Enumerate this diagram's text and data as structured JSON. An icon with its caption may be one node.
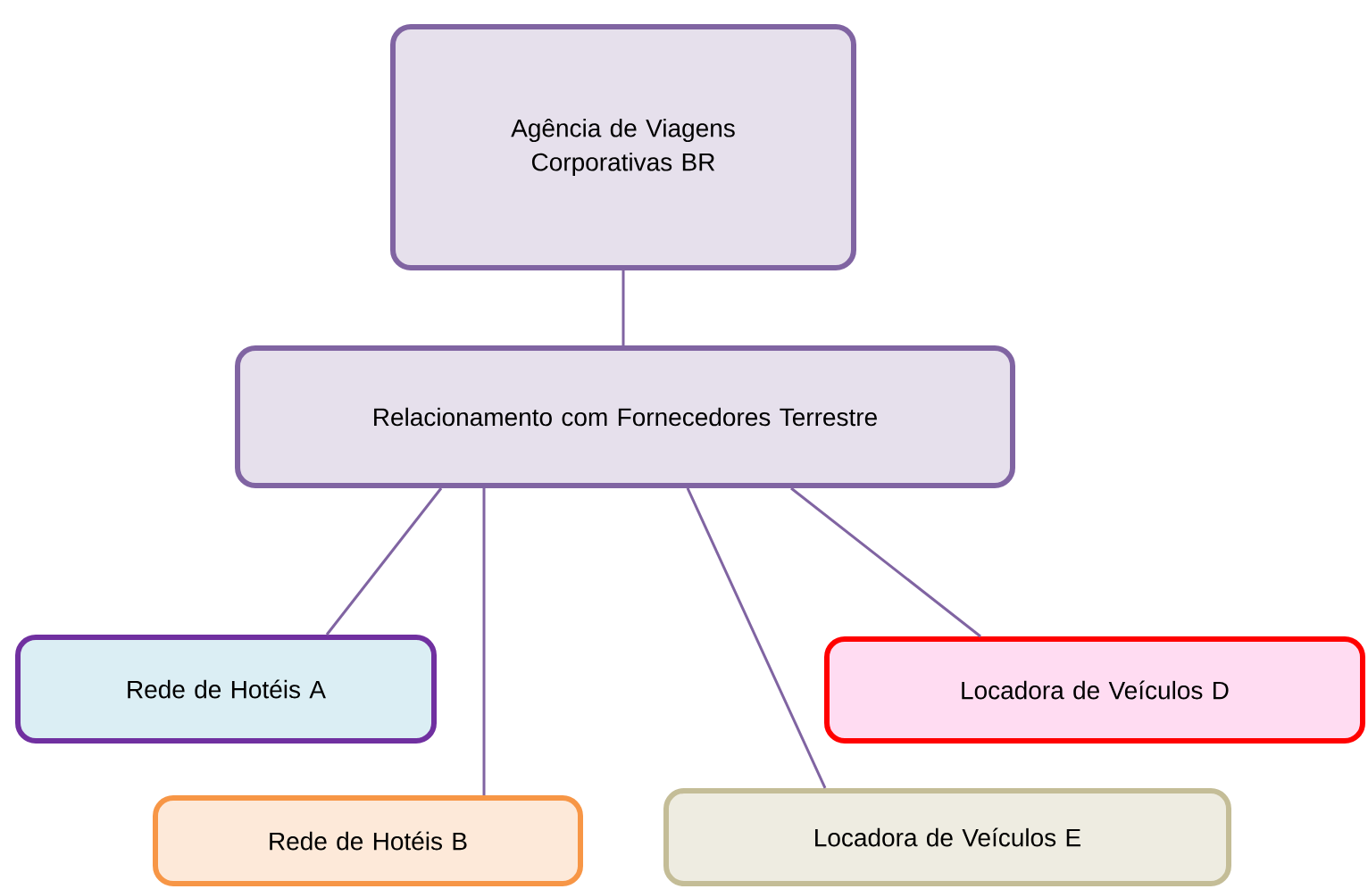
{
  "diagram": {
    "nodes": [
      {
        "text": [
          "Agência de Viagens Corporativas BR"
        ]
      },
      {
        "text": [
          "Relacionamento com Fornecedores Terrestre"
        ]
      },
      {
        "text": [
          "Rede de Hotéis A"
        ]
      },
      {
        "text": [
          "Locadora de Veículos D"
        ]
      },
      {
        "text": [
          "Rede de Hotéis B"
        ]
      },
      {
        "text": [
          "Locadora de Veículos E"
        ]
      }
    ],
    "edges": [
      {
        "from": 0,
        "to": 1,
        "arrow": "none"
      },
      {
        "from": 1,
        "to": 2,
        "arrow": "none"
      },
      {
        "from": 1,
        "to": 3,
        "arrow": "none"
      },
      {
        "from": 1,
        "to": 4,
        "arrow": "none"
      },
      {
        "from": 1,
        "to": 5,
        "arrow": "none"
      }
    ]
  }
}
